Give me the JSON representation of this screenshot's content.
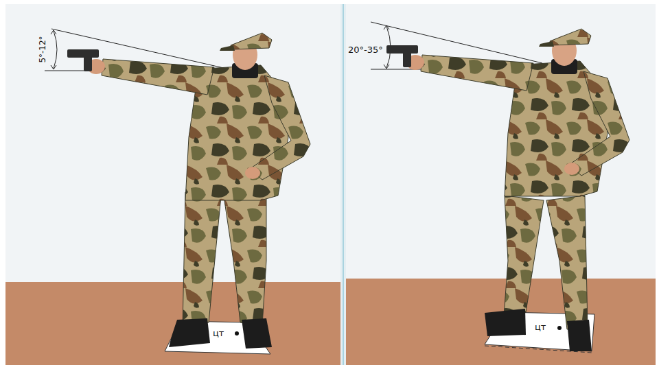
{
  "diagram": {
    "labels": [
      "5°-12°",
      "цт",
      "20°-35°",
      "цт"
    ]
  }
}
